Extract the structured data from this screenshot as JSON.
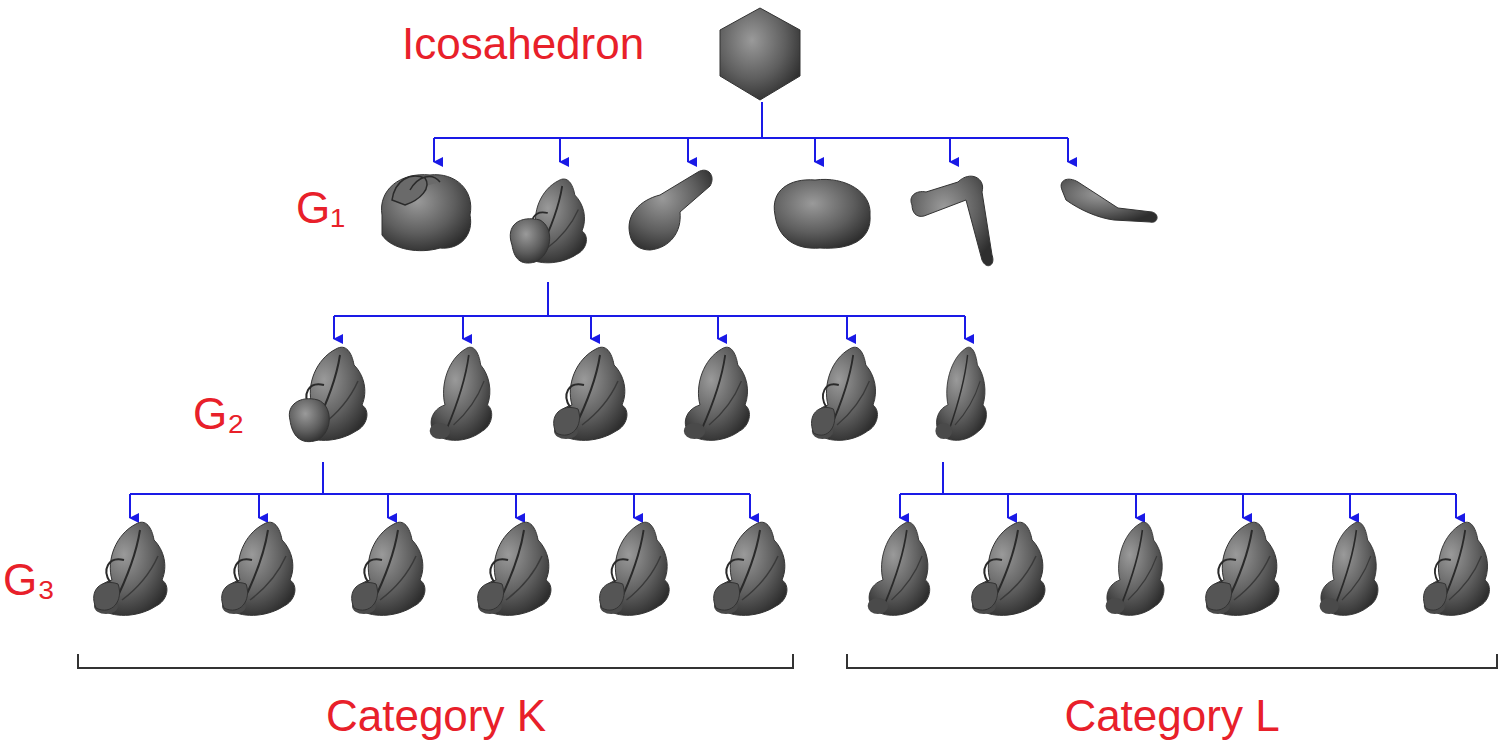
{
  "diagram": {
    "labels": [
      "Icosahedron",
      "G₁",
      "G₂",
      "G₃",
      "Category K",
      "Category L"
    ]
  }
}
